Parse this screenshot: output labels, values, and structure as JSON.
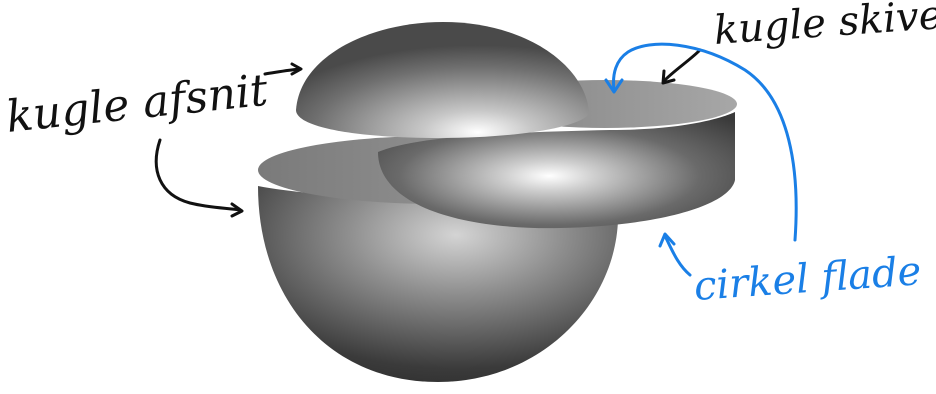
{
  "labels": {
    "kugle_afsnit": "kugle afsnit",
    "kugle_skive": "kugle skive",
    "cirkel_flade": "cirkel flade"
  },
  "colors": {
    "ink_black": "#111111",
    "ink_blue": "#1a7fe6",
    "sphere_light": "#f2f2f2",
    "sphere_dark": "#3a3a3a"
  }
}
